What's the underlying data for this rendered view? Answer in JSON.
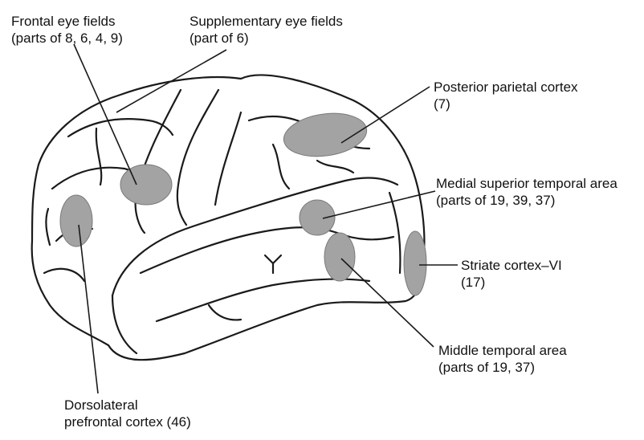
{
  "labels": {
    "frontal_eye_fields": {
      "line1": "Frontal eye fields",
      "line2": "(parts of 8, 6, 4, 9)"
    },
    "supplementary_eye_fields": {
      "line1": "Supplementary eye fields",
      "line2": "(part of 6)"
    },
    "posterior_parietal": {
      "line1": "Posterior parietal cortex",
      "line2": "(7)"
    },
    "medial_superior_temporal": {
      "line1": "Medial superior temporal area",
      "line2": "(parts of 19, 39, 37)"
    },
    "striate_cortex": {
      "line1": "Striate cortex–VI",
      "line2": "(17)"
    },
    "middle_temporal": {
      "line1": "Middle temporal area",
      "line2": "(parts of 19, 37)"
    },
    "dorsolateral_prefrontal": {
      "line1": "Dorsolateral",
      "line2": "prefrontal cortex (46)"
    }
  },
  "colors": {
    "outline": "#1a1a1a",
    "region_fill": "#a3a3a3",
    "background": "#ffffff"
  }
}
